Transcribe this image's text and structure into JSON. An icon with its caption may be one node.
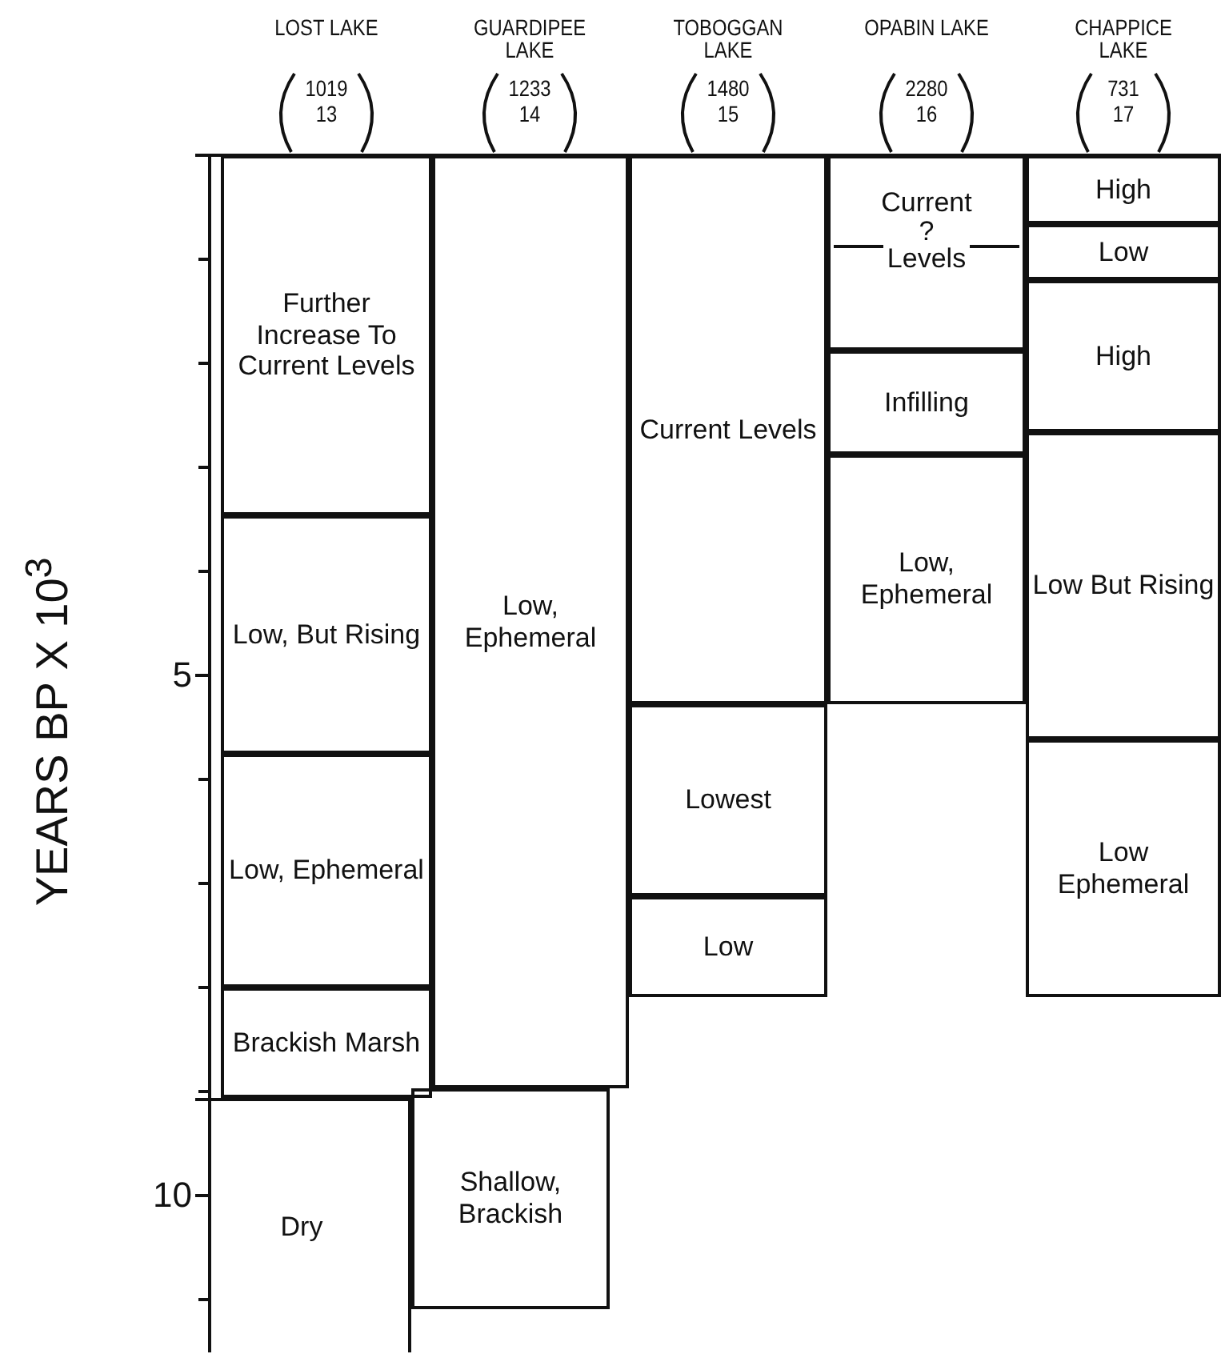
{
  "diagram": {
    "nodes": [
      {
        "text": [
          "Further Increase To Current Levels"
        ]
      },
      {
        "text": [
          "Low, But Rising"
        ]
      },
      {
        "text": [
          "Low, Ephemeral"
        ]
      },
      {
        "text": [
          "Brackish Marsh"
        ]
      },
      {
        "text": [
          "Dry"
        ]
      },
      {
        "text": [
          "Low, Ephemeral"
        ]
      },
      {
        "text": [
          "Shallow, Brackish"
        ]
      },
      {
        "text": [
          "Current Levels"
        ]
      },
      {
        "text": [
          "Lowest"
        ]
      },
      {
        "text": [
          "Low"
        ]
      },
      {
        "text": [
          "Current",
          "?",
          "Levels"
        ]
      },
      {
        "text": [
          "Infilling"
        ]
      },
      {
        "text": [
          "Low, Ephemeral"
        ]
      },
      {
        "text": [
          "High"
        ]
      },
      {
        "text": [
          "Low"
        ]
      },
      {
        "text": [
          "High"
        ]
      },
      {
        "text": [
          "Low But Rising"
        ]
      },
      {
        "text": [
          "Low Ephemeral"
        ]
      }
    ],
    "labels": [
      "LOST LAKE",
      "1019",
      "13",
      "GUARDIPEE LAKE",
      "1233",
      "14",
      "TOBOGGAN LAKE",
      "1480",
      "15",
      "OPABIN LAKE",
      "2280",
      "16",
      "CHAPPICE LAKE",
      "731",
      "17",
      "YEARS BP X 10$^{3}$",
      "5",
      "10"
    ]
  }
}
